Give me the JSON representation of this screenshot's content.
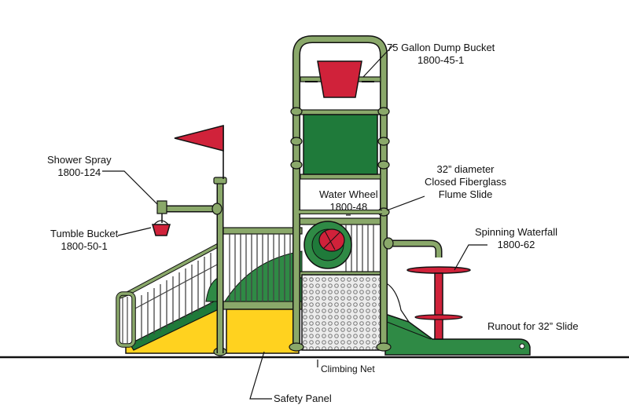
{
  "colors": {
    "frame": "#8aa86a",
    "frame_stroke": "#1a1a1a",
    "panel_green": "#1f7a3a",
    "slide_green": "#2f8a45",
    "safety_yellow": "#ffd21f",
    "bucket_red": "#d0223a",
    "rail": "#5a6a5a",
    "net_fill": "#e8e8e8"
  },
  "labels": {
    "dump_bucket": {
      "name": "75 Gallon Dump Bucket",
      "code": "1800-45-1"
    },
    "shower_spray": {
      "name": "Shower Spray",
      "code": "1800-124"
    },
    "tumble_bucket": {
      "name": "Tumble Bucket",
      "code": "1800-50-1"
    },
    "water_wheel": {
      "name": "Water Wheel",
      "code": "1800-48"
    },
    "flume_slide": {
      "line1": "32” diameter",
      "line2": "Closed Fiberglass",
      "line3": "Flume Slide"
    },
    "spinning_waterfall": {
      "name": "Spinning Waterfall",
      "code": "1800-62"
    },
    "runout": {
      "name": "Runout for 32” Slide"
    },
    "climbing_net": {
      "name": "Climbing Net"
    },
    "safety_panel": {
      "name": "Safety Panel"
    }
  }
}
